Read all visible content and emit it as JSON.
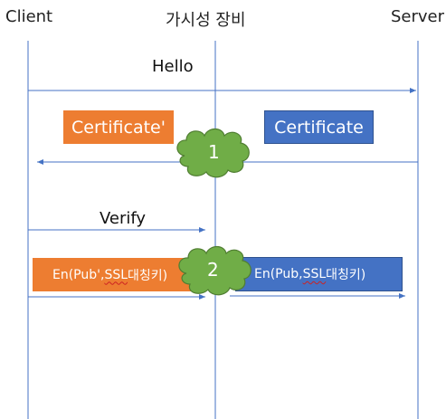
{
  "lifelines": {
    "client": "Client",
    "device": "가시성 장비",
    "server": "Server"
  },
  "messages": {
    "hello": "Hello",
    "verify": "Verify"
  },
  "boxes": {
    "client_certificate": "Certificate'",
    "server_certificate": "Certificate",
    "client_encrypted_prefix": "En(Pub',",
    "client_encrypted_ssl": "SSL",
    "client_encrypted_key": " 대칭키)",
    "server_encrypted_prefix": "En(Pub,",
    "server_encrypted_ssl": "SSL",
    "server_encrypted_key": " 대칭키)"
  },
  "clouds": {
    "step1": "1",
    "step2": "2"
  },
  "colors": {
    "arrow": "#4472c4",
    "lifeline": "#4472c4",
    "orange": "#ed7d31",
    "blue": "#4472c4",
    "cloud_fill": "#70ad47",
    "cloud_stroke": "#507e32"
  }
}
